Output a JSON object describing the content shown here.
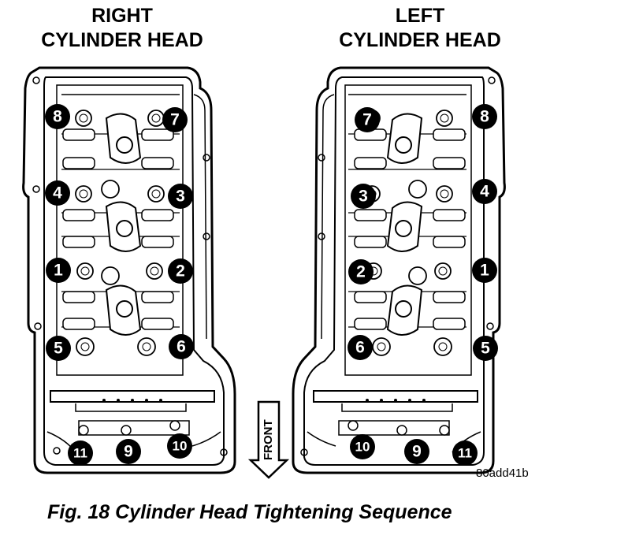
{
  "headings": {
    "right_line1": "RIGHT",
    "right_line2": "CYLINDER HEAD",
    "left_line1": "LEFT",
    "left_line2": "CYLINDER HEAD"
  },
  "front_label": "FRONT",
  "figure_code": "80add41b",
  "caption": "Fig. 18 Cylinder Head Tightening Sequence",
  "right_head_bolts": [
    "8",
    "7",
    "4",
    "3",
    "1",
    "2",
    "5",
    "6",
    "11",
    "9",
    "10"
  ],
  "left_head_bolts": [
    "7",
    "8",
    "3",
    "4",
    "2",
    "1",
    "6",
    "5",
    "10",
    "9",
    "11"
  ]
}
